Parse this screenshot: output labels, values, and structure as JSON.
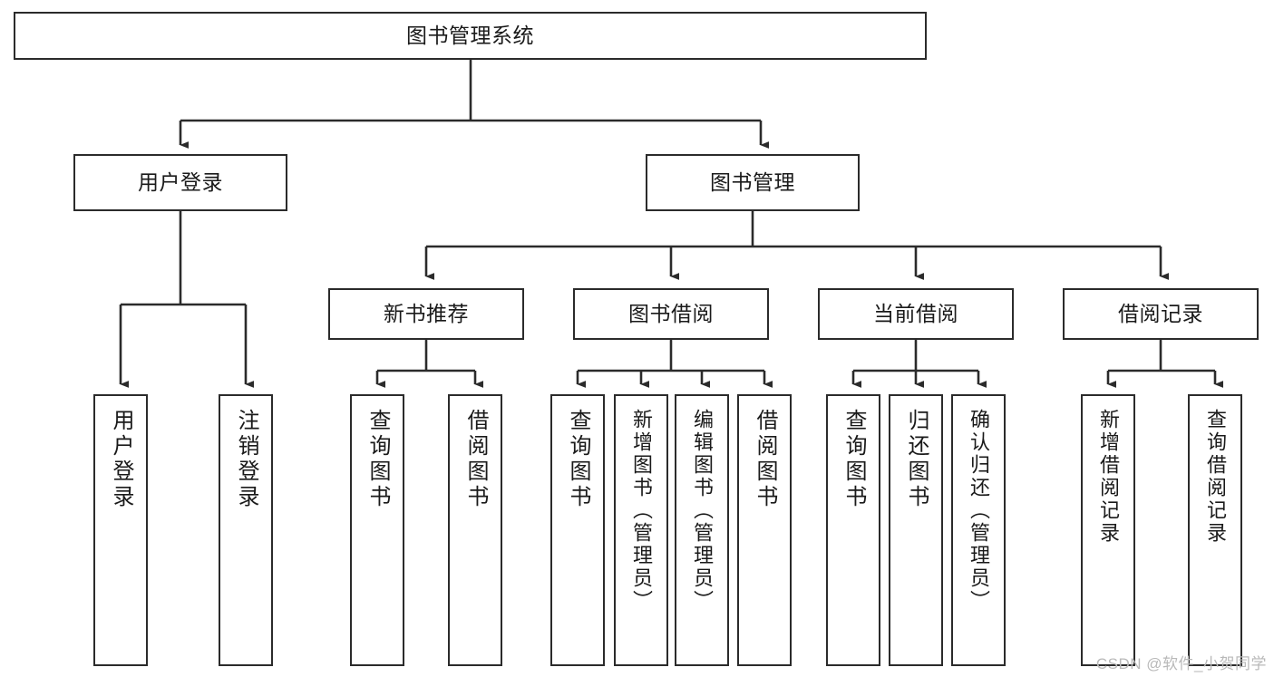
{
  "diagram": {
    "type": "hierarchy-tree",
    "title": "图书管理系统",
    "colors": {
      "box_border": "#2b2b2b",
      "box_fill": "#ffffff",
      "connector": "#2b2b2b",
      "background": "#ffffff",
      "watermark": "#b9b9b9"
    },
    "levels": {
      "root": "图书管理系统",
      "level2": [
        "用户登录",
        "图书管理"
      ],
      "level3": [
        "新书推荐",
        "图书借阅",
        "当前借阅",
        "借阅记录"
      ],
      "leaves": [
        "用户登录",
        "注销登录",
        "查询图书",
        "借阅图书",
        "查询图书",
        "新增图书（管理员）",
        "编辑图书（管理员）",
        "借阅图书",
        "查询图书",
        "归还图书",
        "确认归还（管理员）",
        "新增借阅记录",
        "查询借阅记录"
      ]
    },
    "nodes": {
      "root": {
        "label": "图书管理系统"
      },
      "user_login": {
        "label": "用户登录"
      },
      "book_manage": {
        "label": "图书管理"
      },
      "new_book_rec": {
        "label": "新书推荐"
      },
      "book_borrow": {
        "label": "图书借阅"
      },
      "current_borrow": {
        "label": "当前借阅"
      },
      "borrow_record": {
        "label": "借阅记录"
      },
      "leaf_user_login": {
        "label": "用户登录"
      },
      "leaf_logout": {
        "label": "注销登录"
      },
      "leaf_query_book_1": {
        "label": "查询图书"
      },
      "leaf_borrow_book_1": {
        "label": "借阅图书"
      },
      "leaf_query_book_2": {
        "label": "查询图书"
      },
      "leaf_add_book": {
        "label": "新增图书（管理员）"
      },
      "leaf_edit_book": {
        "label": "编辑图书（管理员）"
      },
      "leaf_borrow_book_2": {
        "label": "借阅图书"
      },
      "leaf_query_book_3": {
        "label": "查询图书"
      },
      "leaf_return_book": {
        "label": "归还图书"
      },
      "leaf_confirm_return": {
        "label": "确认归还（管理员）"
      },
      "leaf_add_record": {
        "label": "新增借阅记录"
      },
      "leaf_query_record": {
        "label": "查询借阅记录"
      }
    },
    "edges": [
      {
        "from": "root",
        "to": "user_login"
      },
      {
        "from": "root",
        "to": "book_manage"
      },
      {
        "from": "user_login",
        "to": "leaf_user_login"
      },
      {
        "from": "user_login",
        "to": "leaf_logout"
      },
      {
        "from": "book_manage",
        "to": "new_book_rec"
      },
      {
        "from": "book_manage",
        "to": "book_borrow"
      },
      {
        "from": "book_manage",
        "to": "current_borrow"
      },
      {
        "from": "book_manage",
        "to": "borrow_record"
      },
      {
        "from": "new_book_rec",
        "to": "leaf_query_book_1"
      },
      {
        "from": "new_book_rec",
        "to": "leaf_borrow_book_1"
      },
      {
        "from": "book_borrow",
        "to": "leaf_query_book_2"
      },
      {
        "from": "book_borrow",
        "to": "leaf_add_book"
      },
      {
        "from": "book_borrow",
        "to": "leaf_edit_book"
      },
      {
        "from": "book_borrow",
        "to": "leaf_borrow_book_2"
      },
      {
        "from": "current_borrow",
        "to": "leaf_query_book_3"
      },
      {
        "from": "current_borrow",
        "to": "leaf_return_book"
      },
      {
        "from": "current_borrow",
        "to": "leaf_confirm_return"
      },
      {
        "from": "borrow_record",
        "to": "leaf_add_record"
      },
      {
        "from": "borrow_record",
        "to": "leaf_query_record"
      }
    ]
  },
  "watermark": {
    "text": "CSDN @软件_小贺同学"
  }
}
